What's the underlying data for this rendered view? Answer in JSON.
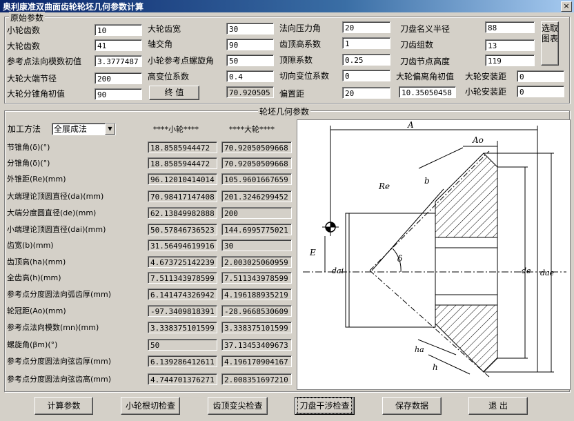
{
  "window": {
    "title": "奥利康准双曲面齿轮轮坯几何参数计算",
    "close_label": "×"
  },
  "params": {
    "group_title": "原始参数",
    "pinion_teeth_label": "小轮齿数",
    "pinion_teeth": "10",
    "gear_teeth_label": "大轮齿数",
    "gear_teeth": "41",
    "ref_module_label": "参考点法向模数初值",
    "ref_module": "3.3777487",
    "gear_pitch_dia_label": "大轮大端节径",
    "gear_pitch_dia": "200",
    "gear_cone_angle_label": "大轮分锥角初值",
    "gear_cone_angle": "90",
    "gear_face_width_label": "大轮齿宽",
    "gear_face_width": "30",
    "shaft_angle_label": "轴交角",
    "shaft_angle": "90",
    "pinion_spiral_label": "小轮参考点螺旋角",
    "pinion_spiral": "50",
    "high_mod_label": "高变位系数",
    "high_mod": "0.4",
    "final_button": "终 值",
    "final_value": "70.920505",
    "pressure_angle_label": "法向压力角",
    "pressure_angle": "20",
    "addendum_coef_label": "齿顶高系数",
    "addendum_coef": "1",
    "clearance_coef_label": "顶隙系数",
    "clearance_coef": "0.25",
    "tangential_mod_label": "切向变位系数",
    "tangential_mod": "0",
    "offset_label": "偏置距",
    "offset": "20",
    "cutter_radius_label": "刀盘名义半径",
    "cutter_radius": "88",
    "blade_groups_label": "刀齿组数",
    "blade_groups": "13",
    "blade_point_height_label": "刀齿节点高度",
    "blade_point_height": "119",
    "gear_offset_angle_label": "大轮偏离角初值",
    "gear_offset_angle": "10.35050458",
    "gear_mount_label": "大轮安装距",
    "gear_mount": "0",
    "pinion_mount_label": "小轮安装距",
    "pinion_mount": "0",
    "select_chart_button": "选取图表"
  },
  "geometry": {
    "group_title": "轮坯几何参数",
    "method_label": "加工方法",
    "method_value": "全展成法",
    "pinion_header": "****小轮****",
    "gear_header": "****大轮****",
    "rows": [
      {
        "label": "节锥角(δ)(°)",
        "pinion": "18.8585944472",
        "gear": "70.92050509668"
      },
      {
        "label": "分锥角(δ)(°)",
        "pinion": "18.8585944472",
        "gear": "70.92050509668"
      },
      {
        "label": "外锥距(Re)(mm)",
        "pinion": "96.12010414014",
        "gear": "105.9601667659"
      },
      {
        "label": "大端理论顶圆直径(da)(mm)",
        "pinion": "70.98417147408",
        "gear": "201.3246299452"
      },
      {
        "label": "大端分度圆直径(de)(mm)",
        "pinion": "62.13849982888",
        "gear": "200"
      },
      {
        "label": "小端理论顶圆直径(dai)(mm)",
        "pinion": "50.57846736523",
        "gear": "144.6995775021"
      },
      {
        "label": "齿宽(b)(mm)",
        "pinion": "31.56494619916",
        "gear": "30"
      },
      {
        "label": "齿顶高(ha)(mm)",
        "pinion": "4.673725142239",
        "gear": "2.003025060959"
      },
      {
        "label": "全齿高(h)(mm)",
        "pinion": "7.511343978599",
        "gear": "7.511343978599"
      },
      {
        "label": "参考点分度圆法向弧齿厚(mm)",
        "pinion": "6.141474326942",
        "gear": "4.196188935219"
      },
      {
        "label": "轮冠距(Ao)(mm)",
        "pinion": "-97.3409818391",
        "gear": "-28.9668530609"
      },
      {
        "label": "参考点法向模数(mn)(mm)",
        "pinion": "3.338375101599",
        "gear": "3.338375101599"
      },
      {
        "label": "螺旋角(βm)(°)",
        "pinion": "50",
        "gear": "37.13453409673"
      },
      {
        "label": "参考点分度圆法向弦齿厚(mm)",
        "pinion": "6.139286412611",
        "gear": "4.196170904167"
      },
      {
        "label": "参考点分度圆法向弦齿高(mm)",
        "pinion": "4.744701376271",
        "gear": "2.008351697210"
      }
    ]
  },
  "drawing": {
    "A": "A",
    "Ao": "Ao",
    "b": "b",
    "Re": "Re",
    "E": "E",
    "delta": "δ",
    "dai": "dai",
    "de": "de",
    "dae": "dae",
    "ha": "ha",
    "h": "h"
  },
  "buttons": {
    "calc": "计算参数",
    "undercut": "小轮根切检查",
    "tip_sharp": "齿顶变尖检查",
    "cutter_interf": "刀盘干涉检查",
    "save": "保存数据",
    "exit": "退  出"
  }
}
